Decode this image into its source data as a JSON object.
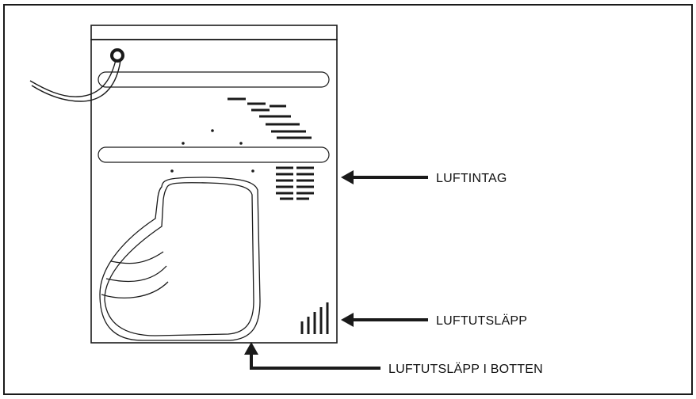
{
  "labels": {
    "air_intake": "LUFTINTAG",
    "air_outlet": "LUFTUTSLÄPP",
    "air_outlet_bottom": "LUFTUTSLÄPP I BOTTEN"
  },
  "colors": {
    "line": "#1a1a1a",
    "background": "#ffffff"
  }
}
